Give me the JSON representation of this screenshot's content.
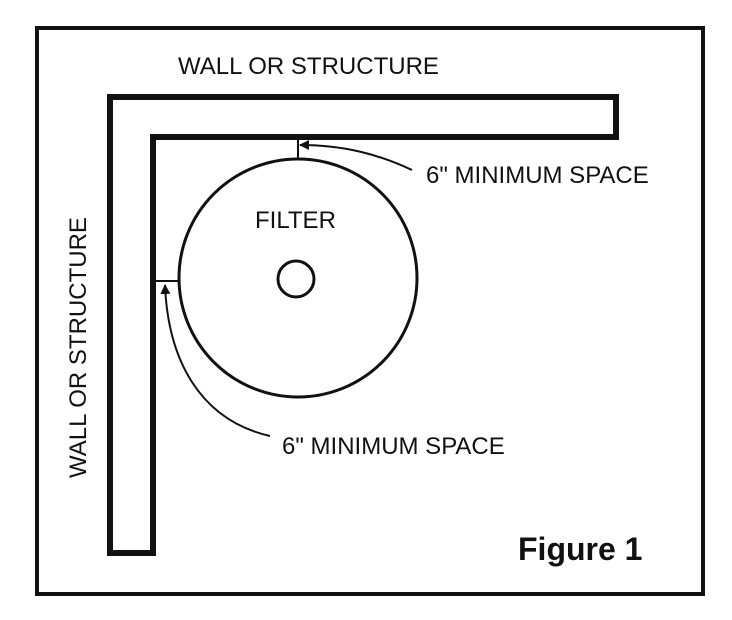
{
  "diagram": {
    "top_wall_label": "WALL OR STRUCTURE",
    "side_wall_label": "WALL OR STRUCTURE",
    "filter_label": "FILTER",
    "top_clearance_label": "6\" MINIMUM SPACE",
    "side_clearance_label": "6\" MINIMUM SPACE",
    "figure_label": "Figure 1"
  },
  "colors": {
    "line": "#111111",
    "background": "#ffffff"
  }
}
